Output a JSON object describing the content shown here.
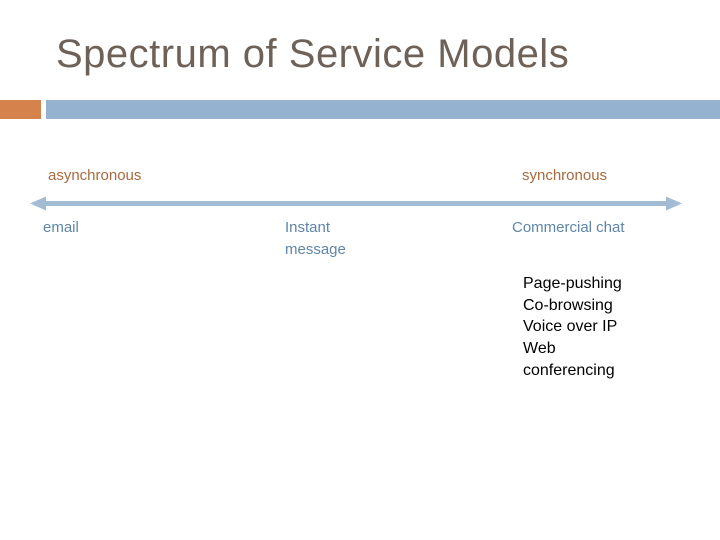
{
  "slide": {
    "title": "Spectrum of Service Models",
    "spectrum": {
      "left_label": "asynchronous",
      "right_label": "synchronous"
    },
    "services": {
      "email": "email",
      "instant_message": "Instant message",
      "commercial_chat": "Commercial chat"
    },
    "synchronous_examples": [
      "Page-pushing",
      "Co-browsing",
      "Voice over IP",
      "Web conferencing"
    ],
    "colors": {
      "title_text": "#6E6258",
      "accent_orange": "#D6824D",
      "accent_bar_blue": "#95B3D0",
      "arrow_blue": "#A3BCD6",
      "spectrum_label_text": "#A9693D",
      "service_label_text": "#5E86A7",
      "example_text": "#000000",
      "background": "#FFFFFF"
    }
  }
}
